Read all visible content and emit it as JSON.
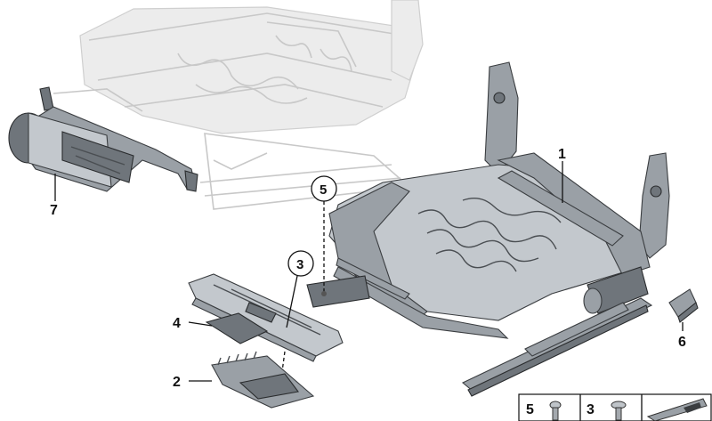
{
  "labels": {
    "part_1": "1",
    "part_2": "2",
    "part_3": "3",
    "part_4": "4",
    "part_5": "5",
    "part_6": "6",
    "part_7": "7"
  },
  "legend": {
    "cell_5": "5",
    "cell_3": "3"
  },
  "colors": {
    "ghost_outline": "#c8c8c8",
    "metal": "#9aa0a6",
    "metal_dark": "#6f757b",
    "label_text": "#111111"
  }
}
